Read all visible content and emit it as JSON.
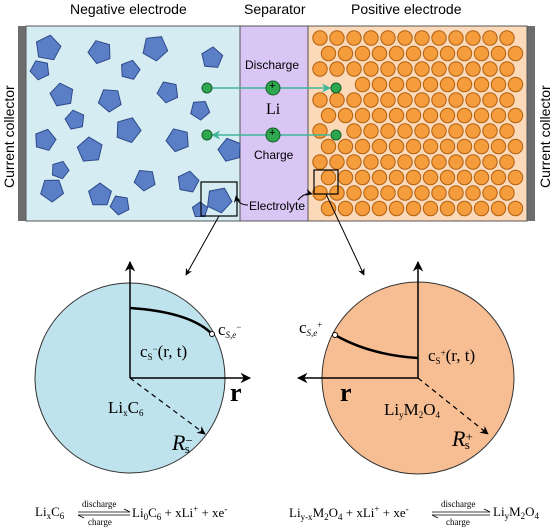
{
  "header": {
    "negative": "Negative electrode",
    "separator": "Separator",
    "positive": "Positive electrode"
  },
  "collector_left": "Current collector",
  "collector_right": "Current collector",
  "separator": {
    "discharge": "Discharge",
    "ion": "Li",
    "charge": "Charge",
    "plus": "+",
    "electrolyte": "Electrolyte"
  },
  "left_particle": {
    "surface_base": "c",
    "surface_sub": "S,e",
    "surface_sup": "−",
    "conc_base": "c",
    "conc_sub": "S",
    "conc_sup": "−",
    "conc_args": "(r, t)",
    "axis": "r",
    "material_a": "Li",
    "material_a_sub": "x",
    "material_b": "C",
    "material_b_sub": "6",
    "radius": "R",
    "radius_sub": "s",
    "radius_sup": "−"
  },
  "right_particle": {
    "surface_base": "c",
    "surface_sub": "S,e",
    "surface_sup": "+",
    "conc_base": "c",
    "conc_sub": "S",
    "conc_sup": "+",
    "conc_args": "(r, t)",
    "axis": "r",
    "material_a": "Li",
    "material_a_sub": "y",
    "material_b": "M",
    "material_b_sub": "2",
    "material_c": "O",
    "material_c_sub": "4",
    "radius": "R",
    "radius_sub": "s",
    "radius_sup": "+"
  },
  "reaction_left": {
    "lhs": "Li",
    "lhs_sub": "x",
    "lhs2": "C",
    "lhs2_sub": "6",
    "top": "discharge",
    "bottom": "charge",
    "rhs1": "Li",
    "rhs1_sub": "0",
    "rhs2": "C",
    "rhs2_sub": "6",
    "rhs3": " + xLi",
    "rhs3_sup": "+",
    "rhs4": " + xe",
    "rhs4_sup": "-"
  },
  "reaction_right": {
    "lhs": "Li",
    "lhs_sub": "y-x",
    "lhs2": "M",
    "lhs2_sub": "2",
    "lhs3": "O",
    "lhs3_sub": "4",
    "lhs4": " + xLi",
    "lhs4_sup": "+",
    "lhs5": " + xe",
    "lhs5_sup": "-",
    "top": "discharge",
    "bottom": "charge",
    "rhs1": "Li",
    "rhs1_sub": "y",
    "rhs2": "M",
    "rhs2_sub": "2",
    "rhs3": "O",
    "rhs3_sub": "4"
  },
  "colors": {
    "negative_bg": "#d4ecf2",
    "separator_bg": "#d9c6f4",
    "positive_bg": "#fbd9b9",
    "pentagon": "#5b7fc7",
    "pentagon_stroke": "#2e4a8a",
    "orange_particle": "#f59c3c",
    "orange_stroke": "#b06010",
    "ion": "#2ea84f",
    "arrow": "#3fb59a",
    "left_sphere": "#bfe3ec",
    "right_sphere": "#f7be94",
    "collector": "#6d6d6d"
  }
}
